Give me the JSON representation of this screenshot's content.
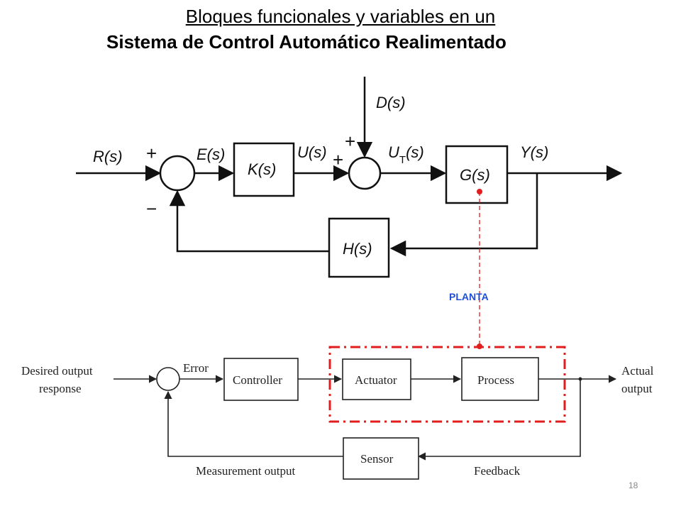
{
  "title_line1": "Bloques funcionales y variables en un",
  "title_line2": "Sistema de Control Automático Realimentado",
  "page_number": "18",
  "top_diagram": {
    "R": "R(s)",
    "E": "E(s)",
    "K": "K(s)",
    "U": "U(s)",
    "D": "D(s)",
    "UT": "U",
    "UT_sub": "T",
    "UT_tail": "(s)",
    "G": "G(s)",
    "Y": "Y(s)",
    "H": "H(s)",
    "plus1": "+",
    "minus1": "−",
    "plus2": "+",
    "plus3": "+"
  },
  "planta_label": "PLANTA",
  "bottom_diagram": {
    "desired_1": "Desired output",
    "desired_2": "response",
    "error": "Error",
    "controller": "Controller",
    "actuator": "Actuator",
    "process": "Process",
    "actual_1": "Actual",
    "actual_2": "output",
    "sensor": "Sensor",
    "measurement": "Measurement output",
    "feedback": "Feedback"
  },
  "colors": {
    "highlight": "#e11d1d",
    "planta_text": "#1f4fd6"
  }
}
